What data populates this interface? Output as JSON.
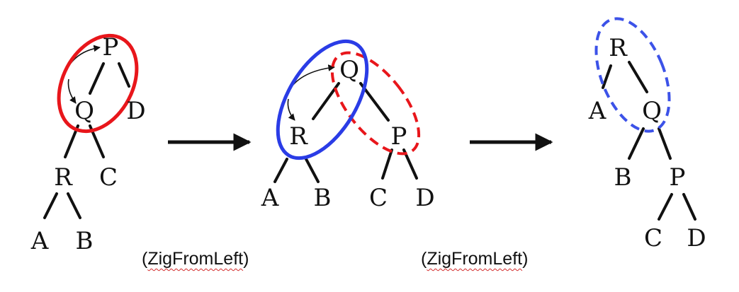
{
  "colors": {
    "ink": "#111111",
    "red": "#e8161b",
    "blue": "#2a3ce6",
    "blue_dashed": "#3c52e8",
    "spell_underline": "#d22a2a"
  },
  "trees": [
    {
      "nodes": {
        "P": "P",
        "Q": "Q",
        "D": "D",
        "R": "R",
        "C": "C",
        "A": "A",
        "B": "B"
      }
    },
    {
      "nodes": {
        "Q": "Q",
        "R": "R",
        "P": "P",
        "A": "A",
        "B": "B",
        "C": "C",
        "D": "D"
      }
    },
    {
      "nodes": {
        "R": "R",
        "A": "A",
        "Q": "Q",
        "B": "B",
        "P": "P",
        "C": "C",
        "D": "D"
      }
    }
  ],
  "captions": [
    {
      "open": "(",
      "word": "ZigFromLeft",
      "close": ")"
    },
    {
      "open": "(",
      "word": "ZigFromLeft",
      "close": ")"
    }
  ]
}
